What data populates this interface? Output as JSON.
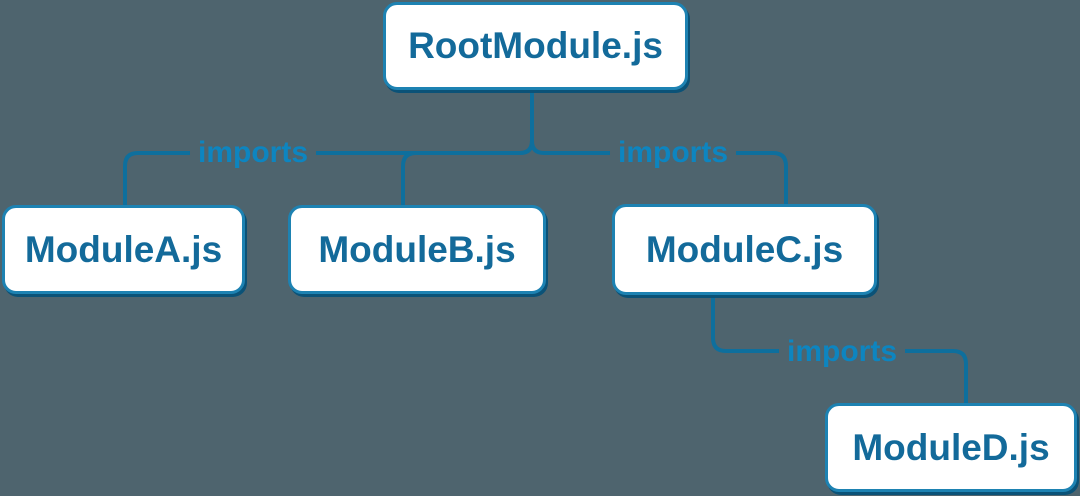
{
  "diagram": {
    "type": "dependency-tree",
    "nodes": [
      {
        "id": "root",
        "label": "RootModule.js"
      },
      {
        "id": "a",
        "label": "ModuleA.js"
      },
      {
        "id": "b",
        "label": "ModuleB.js"
      },
      {
        "id": "c",
        "label": "ModuleC.js"
      },
      {
        "id": "d",
        "label": "ModuleD.js"
      }
    ],
    "edges": [
      {
        "from": "RootModule.js",
        "to": "ModuleA.js",
        "label": "imports"
      },
      {
        "from": "RootModule.js",
        "to": "ModuleB.js",
        "label": ""
      },
      {
        "from": "RootModule.js",
        "to": "ModuleC.js",
        "label": "imports"
      },
      {
        "from": "ModuleC.js",
        "to": "ModuleD.js",
        "label": "imports"
      }
    ],
    "colors": {
      "background": "#4e646e",
      "node_fill": "#ffffff",
      "node_border": "#1d82b2",
      "node_text": "#136a9a",
      "node_shadow": "#0b5277",
      "edge_line": "#0e6f9d",
      "edge_label_text": "#0d85c0"
    }
  }
}
